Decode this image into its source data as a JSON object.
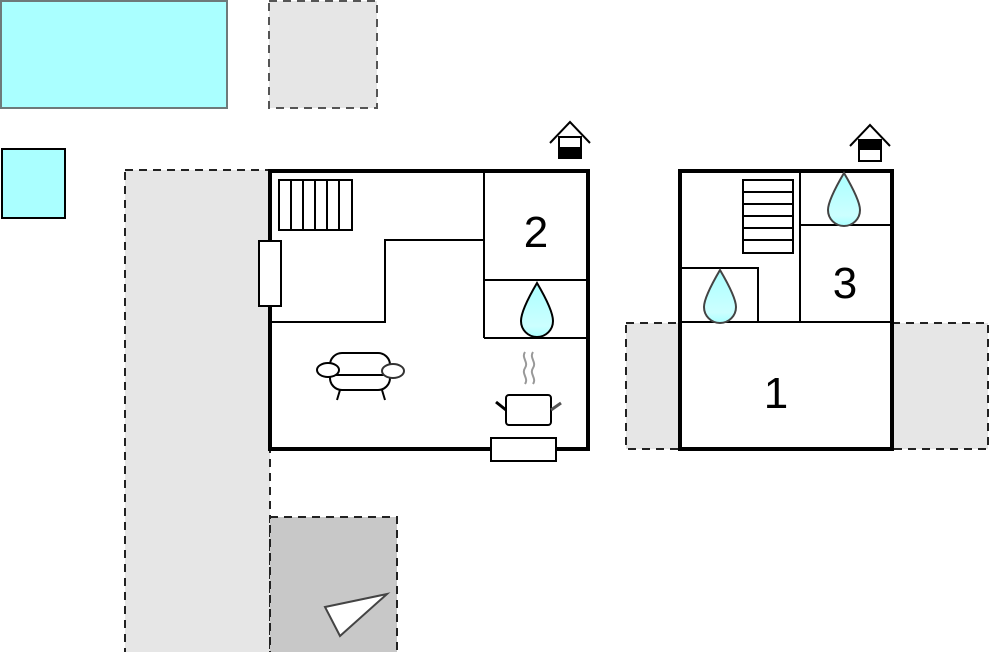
{
  "rooms": {
    "left_building_bedroom": "2",
    "right_building_living": "1",
    "right_building_bedroom": "3"
  },
  "colors": {
    "water": "#aaffff",
    "outdoor_area": "#e6e6e6",
    "covered_area": "#c8c8c8",
    "wall": "#000000"
  },
  "icons": [
    "pool",
    "stairs",
    "sofa",
    "cooking-pot",
    "water-drop",
    "entrance-house",
    "window",
    "compass-arrow"
  ]
}
